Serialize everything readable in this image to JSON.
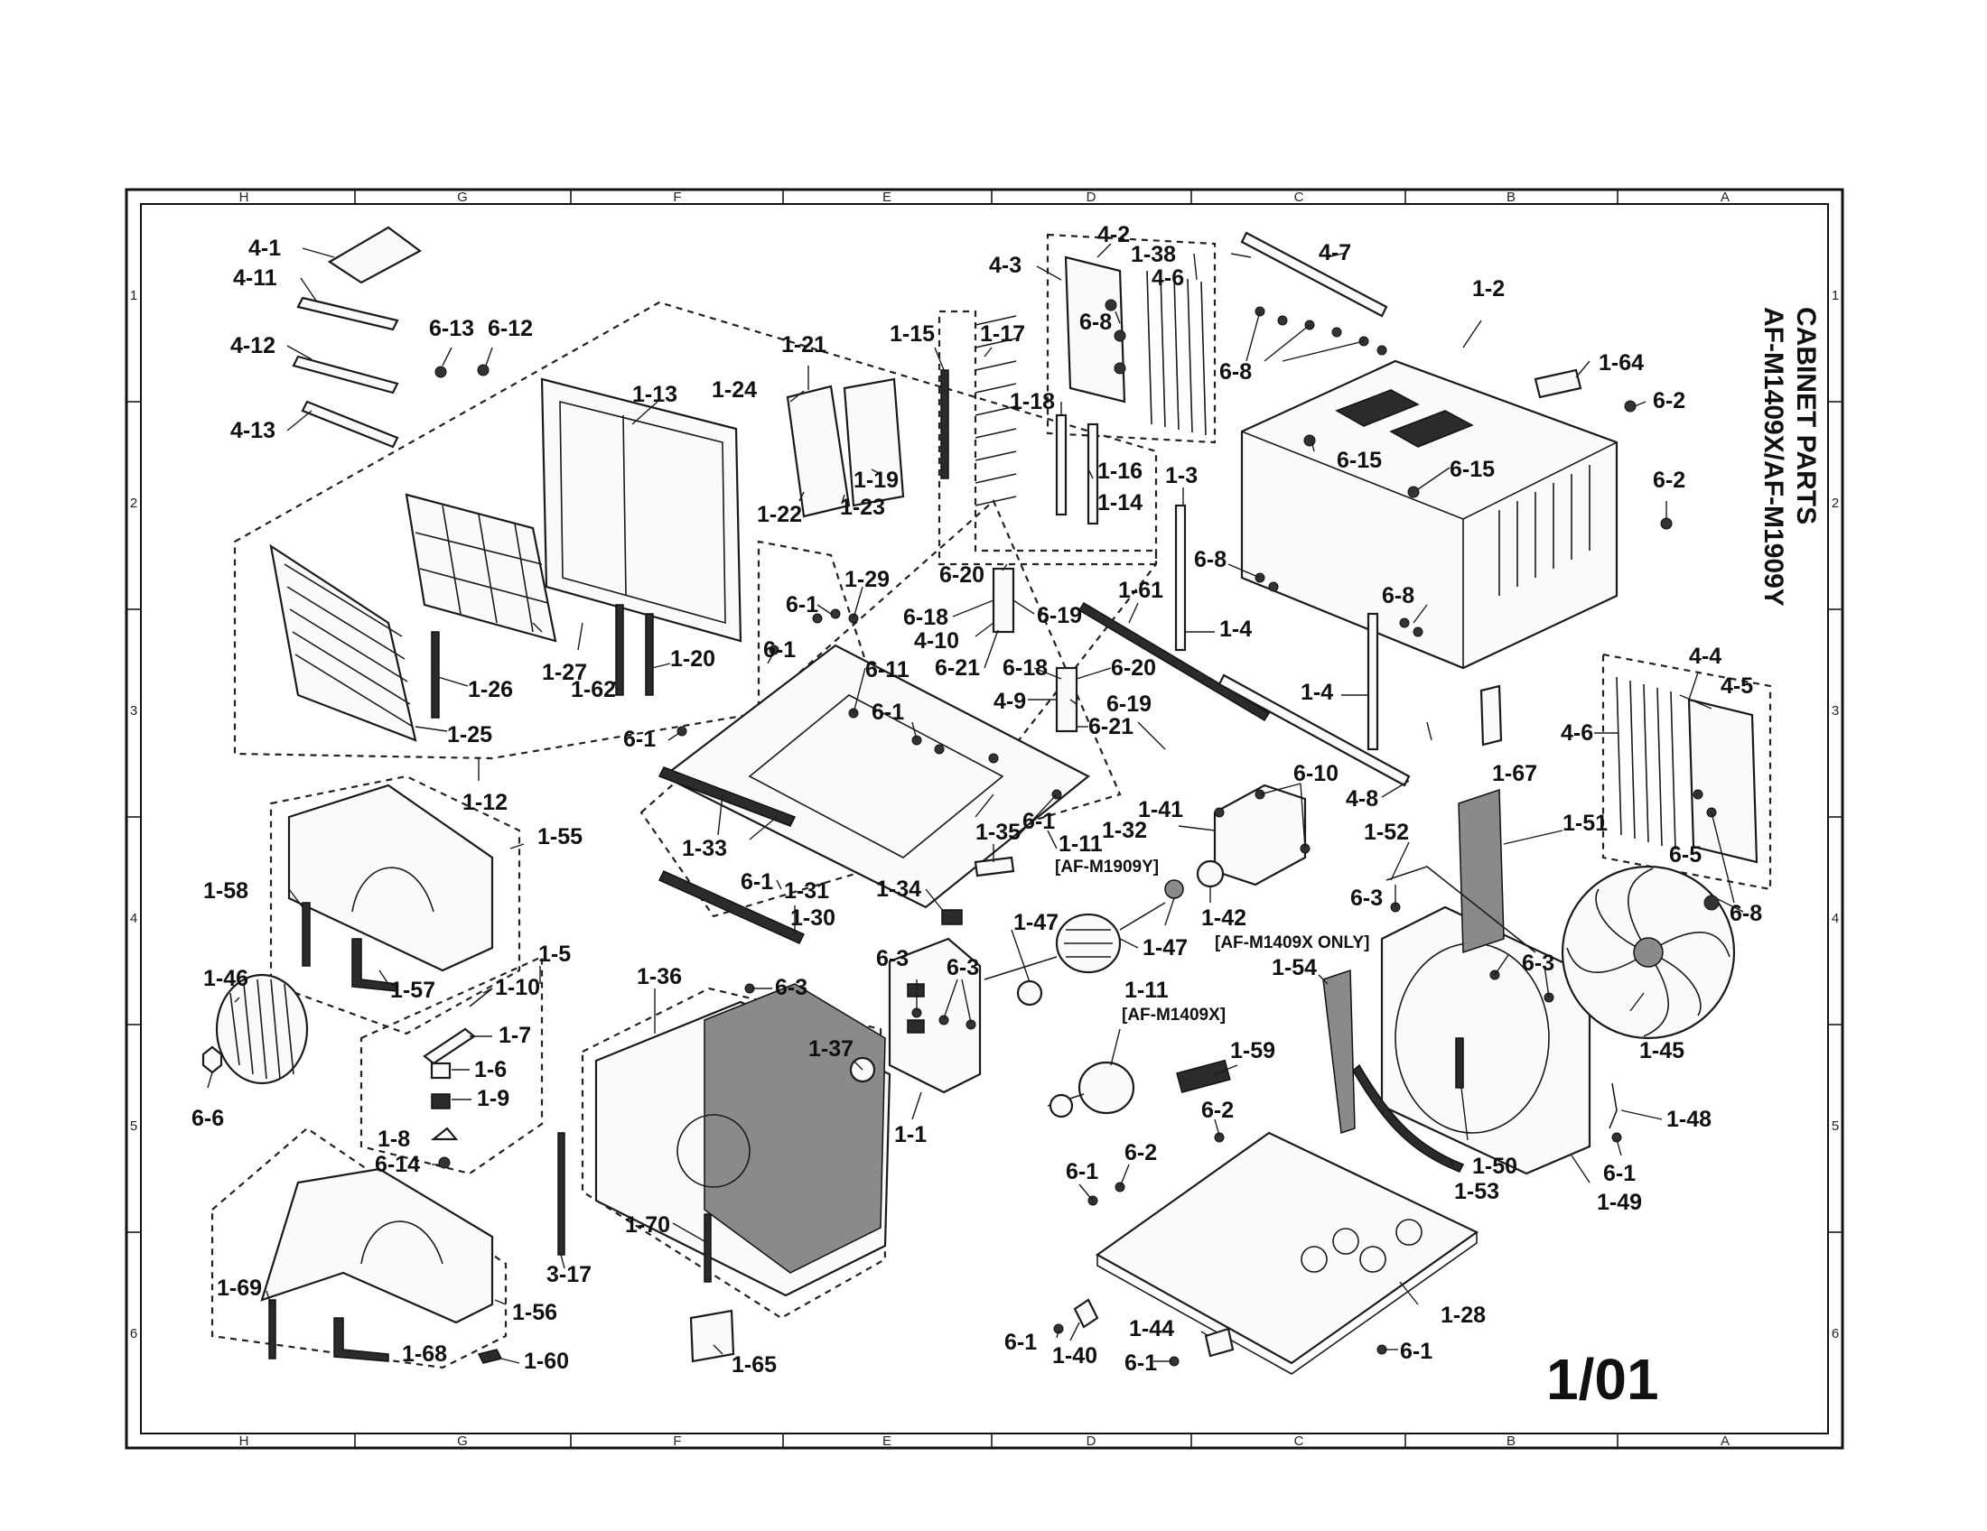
{
  "title": {
    "line1": "CABINET PARTS",
    "line2": "AF-M1409X/AF-M1909Y"
  },
  "page_number": "1/01",
  "border": {
    "column_letters": [
      "H",
      "G",
      "F",
      "E",
      "D",
      "C",
      "B",
      "A"
    ],
    "row_numbers": [
      "1",
      "2",
      "3",
      "4",
      "5",
      "6"
    ]
  },
  "model_notes": {
    "motor_1909y": "[AF-M1909Y]",
    "motor_1409x": "[AF-M1409X]",
    "bearing_1409x_only": "[AF-M1409X ONLY]"
  },
  "part_labels": {
    "p4_1": "4-1",
    "p4_11": "4-11",
    "p4_12": "4-12",
    "p4_13": "4-13",
    "p6_13": "6-13",
    "p6_12": "6-12",
    "p1_13": "1-13",
    "p1_24": "1-24",
    "p1_21": "1-21",
    "p1_22": "1-22",
    "p1_23": "1-23",
    "p1_19": "1-19",
    "p1_15": "1-15",
    "p1_17": "1-17",
    "p1_18": "1-18",
    "p1_16": "1-16",
    "p1_14": "1-14",
    "p4_3": "4-3",
    "p4_2": "4-2",
    "p6_8_a": "6-8",
    "p1_38": "1-38",
    "p4_6_a": "4-6",
    "p4_7": "4-7",
    "p6_8_b": "6-8",
    "p1_2": "1-2",
    "p1_64": "1-64",
    "p6_2_a": "6-2",
    "p6_15_a": "6-15",
    "p6_15_b": "6-15",
    "p6_2_b": "6-2",
    "p1_3": "1-3",
    "p6_8_c": "6-8",
    "p6_8_d": "6-8",
    "p1_4_a": "1-4",
    "p1_4_b": "1-4",
    "p1_61": "1-61",
    "p1_27": "1-27",
    "p1_26": "1-26",
    "p1_25": "1-25",
    "p1_62": "1-62",
    "p1_20": "1-20",
    "p1_12": "1-12",
    "p6_1_a": "6-1",
    "p1_29": "1-29",
    "p6_1_b": "6-1",
    "p6_11": "6-11",
    "p6_1_c": "6-1",
    "p6_1_d": "6-1",
    "p6_20_a": "6-20",
    "p6_18_a": "6-18",
    "p6_19_a": "6-19",
    "p4_10": "4-10",
    "p6_21_a": "6-21",
    "p6_18_b": "6-18",
    "p6_20_b": "6-20",
    "p4_9": "4-9",
    "p6_19_b": "6-19",
    "p6_21_b": "6-21",
    "p1_33": "1-33",
    "p6_1_e": "6-1",
    "p1_31": "1-31",
    "p1_30": "1-30",
    "p1_35": "1-35",
    "p1_34": "1-34",
    "p6_1_f": "6-1",
    "p1_32": "1-32",
    "p1_11_a": "1-11",
    "p1_41": "1-41",
    "p6_10": "6-10",
    "p4_8": "4-8",
    "p1_67": "1-67",
    "p4_4": "4-4",
    "p4_5": "4-5",
    "p4_6_b": "4-6",
    "p1_51": "1-51",
    "p1_52": "1-52",
    "p6_5": "6-5",
    "p6_8_e": "6-8",
    "p1_55": "1-55",
    "p1_58": "1-58",
    "p1_57": "1-57",
    "p1_46": "1-46",
    "p6_6": "6-6",
    "p1_5": "1-5",
    "p1_10": "1-10",
    "p1_7": "1-7",
    "p1_6": "1-6",
    "p1_9": "1-9",
    "p1_8": "1-8",
    "p6_14": "6-14",
    "p1_36": "1-36",
    "p6_3_a": "6-3",
    "p1_37": "1-37",
    "p6_3_b": "6-3",
    "p6_3_c": "6-3",
    "p1_1": "1-1",
    "p1_47_a": "1-47",
    "p1_47_b": "1-47",
    "p1_42": "1-42",
    "p1_11_b": "1-11",
    "p6_3_d": "6-3",
    "p6_3_e": "6-3",
    "p1_54": "1-54",
    "p1_45": "1-45",
    "p1_48": "1-48",
    "p6_1_g": "6-1",
    "p1_49": "1-49",
    "p1_50": "1-50",
    "p1_53": "1-53",
    "p1_59": "1-59",
    "p6_2_c": "6-2",
    "p6_2_d": "6-2",
    "p6_1_h": "6-1",
    "p1_28": "1-28",
    "p6_1_i": "6-1",
    "p1_40": "1-40",
    "p1_44": "1-44",
    "p6_1_j": "6-1",
    "p6_1_k": "6-1",
    "p3_17": "3-17",
    "p1_70": "1-70",
    "p1_65": "1-65",
    "p1_69": "1-69",
    "p1_68": "1-68",
    "p1_56": "1-56",
    "p1_60": "1-60"
  }
}
